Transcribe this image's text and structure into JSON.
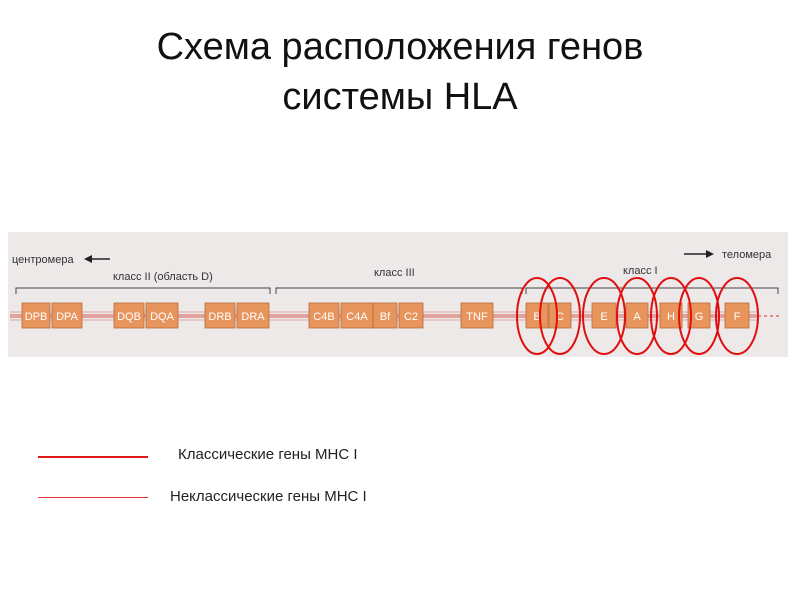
{
  "title": {
    "line1": "Схема расположения генов",
    "line2": "системы HLA"
  },
  "diagram": {
    "centromere_label": "центромера",
    "telomere_label": "теломера",
    "class_labels": {
      "class2": "класс II (область D)",
      "class3": "класс III",
      "class1": "класс I"
    },
    "genes": [
      "DPB",
      "DPA",
      "DQB",
      "DQA",
      "DRB",
      "DRA",
      "C4B",
      "C4A",
      "Bf",
      "C2",
      "TNF",
      "B",
      "C",
      "E",
      "A",
      "H",
      "G",
      "F"
    ],
    "circled_genes": [
      "B",
      "C",
      "E",
      "A",
      "H",
      "G",
      "F"
    ]
  },
  "legend": {
    "classical": "Классические гены МНС I",
    "nonclassical": "Неклассические гены МНС I"
  },
  "colors": {
    "gene_box": "#e8955d",
    "gene_border": "#b86a3a",
    "gene_text": "#ffffff",
    "circle": "#e01010",
    "legend_classical": "#e01a1a",
    "legend_nonclassical": "#e23030",
    "panel_bg": "#ece9e8"
  }
}
